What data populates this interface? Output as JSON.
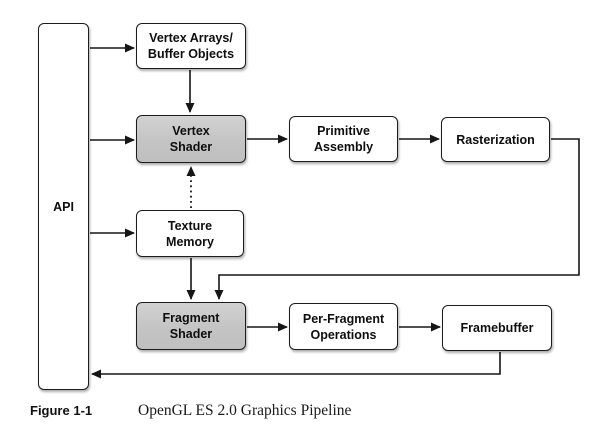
{
  "caption": {
    "figure_label": "Figure 1-1",
    "title": "OpenGL ES 2.0 Graphics Pipeline"
  },
  "nodes": {
    "api": {
      "label": "API",
      "shaded": false
    },
    "vertex_arrays": {
      "label": "Vertex Arrays/\nBuffer Objects",
      "shaded": false
    },
    "vertex_shader": {
      "label": "Vertex\nShader",
      "shaded": true
    },
    "primitive_assembly": {
      "label": "Primitive\nAssembly",
      "shaded": false
    },
    "rasterization": {
      "label": "Rasterization",
      "shaded": false
    },
    "texture_memory": {
      "label": "Texture\nMemory",
      "shaded": false
    },
    "fragment_shader": {
      "label": "Fragment\nShader",
      "shaded": true
    },
    "per_fragment_operations": {
      "label": "Per-Fragment\nOperations",
      "shaded": false
    },
    "framebuffer": {
      "label": "Framebuffer",
      "shaded": false
    }
  },
  "connections": [
    {
      "from": "api",
      "to": "vertex_arrays",
      "style": "solid"
    },
    {
      "from": "api",
      "to": "vertex_shader",
      "style": "solid"
    },
    {
      "from": "api",
      "to": "texture_memory",
      "style": "solid"
    },
    {
      "from": "vertex_arrays",
      "to": "vertex_shader",
      "style": "solid"
    },
    {
      "from": "vertex_shader",
      "to": "primitive_assembly",
      "style": "solid"
    },
    {
      "from": "primitive_assembly",
      "to": "rasterization",
      "style": "solid"
    },
    {
      "from": "texture_memory",
      "to": "vertex_shader",
      "style": "dotted"
    },
    {
      "from": "texture_memory",
      "to": "fragment_shader",
      "style": "solid"
    },
    {
      "from": "rasterization",
      "to": "fragment_shader",
      "style": "solid-elbow"
    },
    {
      "from": "fragment_shader",
      "to": "per_fragment_operations",
      "style": "solid"
    },
    {
      "from": "per_fragment_operations",
      "to": "framebuffer",
      "style": "solid"
    },
    {
      "from": "framebuffer",
      "to": "api",
      "style": "solid-elbow"
    }
  ],
  "colors": {
    "background": "#ffffff",
    "node_fill": "#ffffff",
    "shaded_node_fill": "#c6c6c6",
    "line": "#161616",
    "text": "#0e0e0e"
  }
}
